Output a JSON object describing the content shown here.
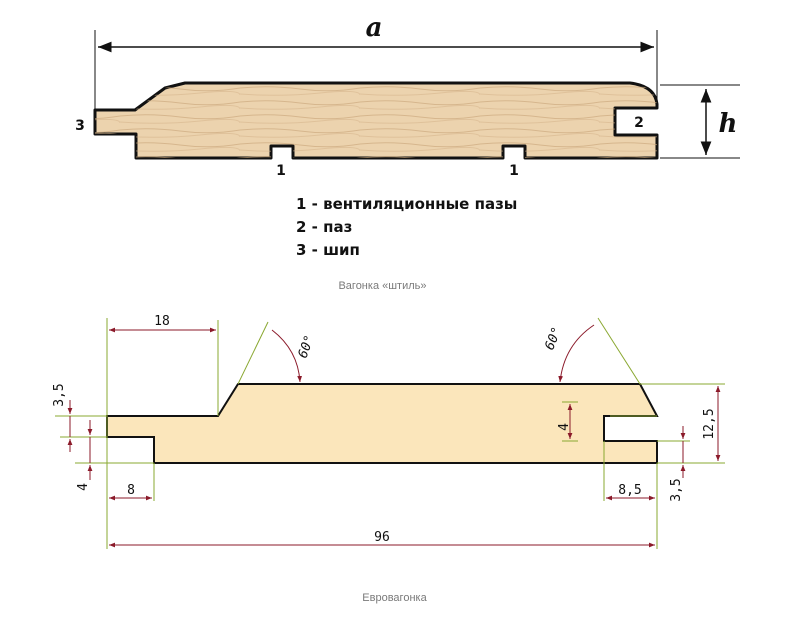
{
  "top_diagram": {
    "dim_width_label": "a",
    "dim_height_label": "h",
    "marker_tongue": "3",
    "marker_groove": "2",
    "marker_vent_1": "1",
    "marker_vent_2": "1"
  },
  "legend": {
    "items": [
      "1 - вентиляционные пазы",
      "2 - паз",
      "3 - шип"
    ]
  },
  "caption_top": "Вагонка «штиль»",
  "bottom_diagram": {
    "dim_tongue_length": "18",
    "dim_angle_left": "60°",
    "dim_angle_right": "60°",
    "dim_left_top_offset": "3,5",
    "dim_left_tongue_height": "4",
    "dim_left_step": "8",
    "dim_total_width": "96",
    "dim_groove_height": "4",
    "dim_thickness": "12,5",
    "dim_right_step": "8,5",
    "dim_right_bottom_offset": "3,5"
  },
  "caption_bottom": "Евровагонка",
  "colors": {
    "wood_top": "#ecd3ae",
    "wood_bottom": "#fbe6bb",
    "outline": "#111111",
    "dimension_red": "#8b1a2a",
    "dimension_green": "#8aa832"
  }
}
